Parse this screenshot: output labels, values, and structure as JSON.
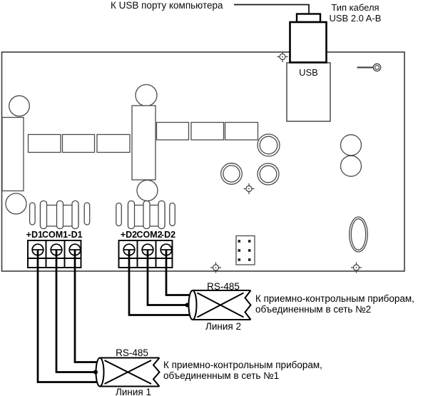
{
  "notes": {
    "usb_port": "К USB порту компьютера",
    "cable_type_1": "Тип кабеля",
    "cable_type_2": "USB 2.0 A-B",
    "usb_socket": "USB"
  },
  "terminal_block_1": {
    "plus": "+D1",
    "com": "COM1",
    "minus": "-D1"
  },
  "terminal_block_2": {
    "plus": "+D2",
    "com": "COM2",
    "minus": "-D2"
  },
  "rs485_line_1": {
    "bus_label": "RS-485",
    "line_label": "Линия 1",
    "dest_line_1": "К приемно-контрольным приборам,",
    "dest_line_2": "объединенным в сеть №1"
  },
  "rs485_line_2": {
    "bus_label": "RS-485",
    "line_label": "Линия 2",
    "dest_line_1": "К приемно-контрольным приборам,",
    "dest_line_2": "объединенным в сеть №2"
  },
  "colors": {
    "ink": "#000000",
    "component_stroke": "#4a4a4a",
    "board_stroke": "#3d3d3d"
  }
}
